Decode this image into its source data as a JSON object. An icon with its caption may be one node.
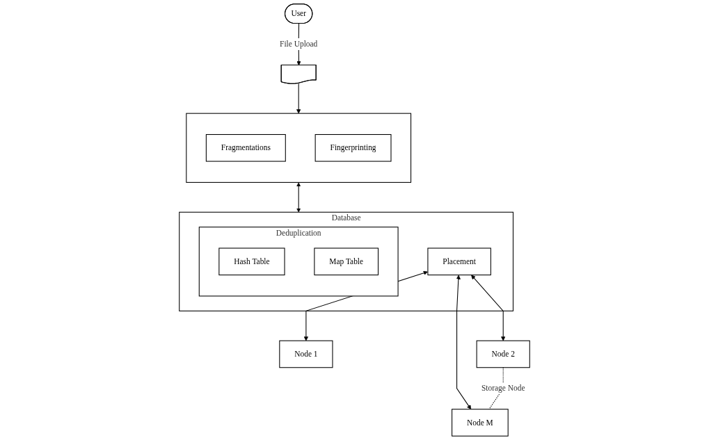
{
  "diagram": {
    "nodes": [
      {
        "text": [
          "User"
        ]
      },
      {
        "text": [],
        "shape": "document"
      },
      {
        "text": [],
        "shape": "box"
      },
      {
        "text": [
          "Fragmentations"
        ],
        "in": 2
      },
      {
        "text": [
          "Fingerprinting"
        ],
        "in": 2
      },
      {
        "text": [
          "Database"
        ]
      },
      {
        "text": [
          "Deduplication"
        ],
        "in": 5
      },
      {
        "text": [
          "Hash Table"
        ],
        "in": 6
      },
      {
        "text": [
          "Map Table"
        ],
        "in": 6
      },
      {
        "text": [
          "Placement"
        ],
        "in": 5
      },
      {
        "text": [
          "Node 1"
        ]
      },
      {
        "text": [
          "Node 2"
        ]
      },
      {
        "text": [
          "Node M"
        ]
      }
    ],
    "edges": [
      {
        "from": 0,
        "to": 1,
        "arrow": "to",
        "label": "File Upload"
      },
      {
        "from": 1,
        "to": 2,
        "arrow": "to"
      },
      {
        "from": 2,
        "to": 5,
        "arrow": "both"
      },
      {
        "from": 9,
        "to": 10,
        "arrow": "both"
      },
      {
        "from": 9,
        "to": 11,
        "arrow": "both"
      },
      {
        "from": 9,
        "to": 12,
        "arrow": "both"
      },
      {
        "from": 11,
        "to": 12,
        "arrow": "none",
        "style": "dashed",
        "label": "Storage Node"
      }
    ]
  }
}
